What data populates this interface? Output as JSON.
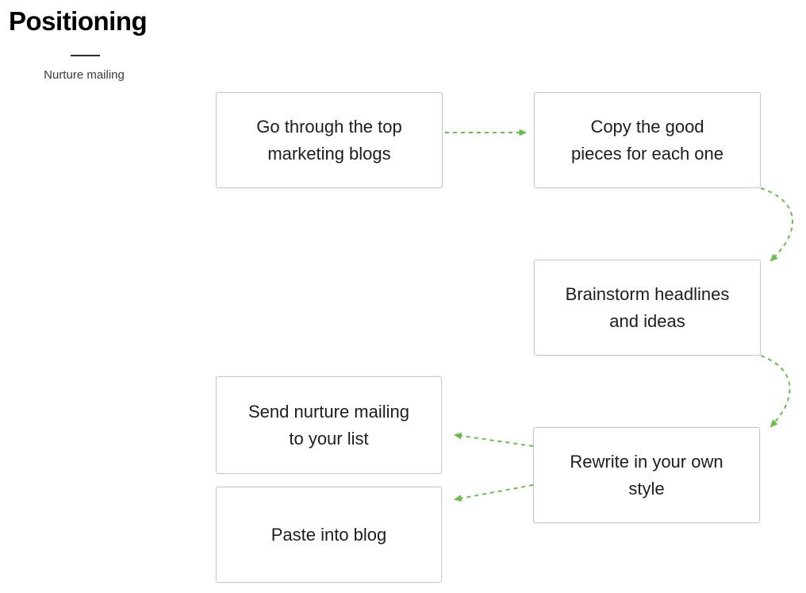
{
  "header": {
    "title": "Positioning",
    "subtitle": "Nurture mailing"
  },
  "diagram": {
    "accent_color": "#6abd4a",
    "node_border_color": "#c8c8c8",
    "nodes": [
      {
        "id": "n1",
        "label": "Go through the top\nmarketing blogs"
      },
      {
        "id": "n2",
        "label": "Copy the good\npieces for each one"
      },
      {
        "id": "n3",
        "label": "Brainstorm headlines\nand ideas"
      },
      {
        "id": "n4",
        "label": "Rewrite in your own\nstyle"
      },
      {
        "id": "n5",
        "label": "Send nurture mailing\nto your list"
      },
      {
        "id": "n6",
        "label": "Paste into blog"
      }
    ],
    "edges": [
      {
        "from": "n1",
        "to": "n2"
      },
      {
        "from": "n2",
        "to": "n3"
      },
      {
        "from": "n3",
        "to": "n4"
      },
      {
        "from": "n4",
        "to": "n5"
      },
      {
        "from": "n4",
        "to": "n6"
      }
    ]
  }
}
